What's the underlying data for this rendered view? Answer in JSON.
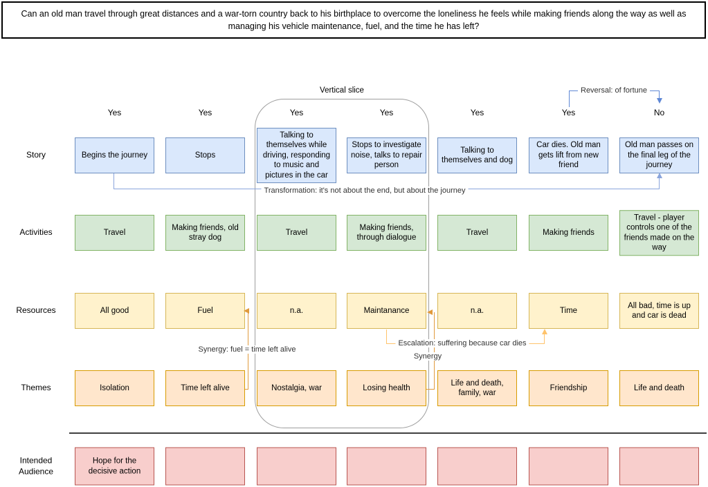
{
  "banner": {
    "text": "Can an old man travel through great distances and a war-torn country back to his birthplace to overcome the loneliness he feels while making friends along the way as well as managing his vehicle maintenance, fuel, and the time he has left?"
  },
  "col_headers": [
    "Yes",
    "Yes",
    "Yes",
    "Yes",
    "Yes",
    "Yes",
    "No"
  ],
  "annotations": {
    "vertical_slice": "Vertical slice",
    "reversal": "Reversal: of fortune",
    "transformation": "Transformation: it's not about the end, but about the journey",
    "synergy_fuel": "Synergy: fuel = time left alive",
    "escalation": "Escalation: suffering because car dies",
    "synergy": "Synergy"
  },
  "rows": {
    "story": {
      "label": "Story",
      "cells": [
        "Begins the journey",
        "Stops",
        "Talking to themselves while driving, responding to music and pictures in the car",
        "Stops to investigate noise, talks to repair person",
        "Talking to themselves and dog",
        "Car dies. Old man gets lift from new friend",
        "Old man passes on the final leg of the journey"
      ]
    },
    "activities": {
      "label": "Activities",
      "cells": [
        "Travel",
        "Making friends, old stray dog",
        "Travel",
        "Making friends, through dialogue",
        "Travel",
        "Making friends",
        "Travel - player controls one of the friends made on the way"
      ]
    },
    "resources": {
      "label": "Resources",
      "cells": [
        "All good",
        "Fuel",
        "n.a.",
        "Maintanance",
        "n.a.",
        "Time",
        "All bad, time is up and car is dead"
      ]
    },
    "themes": {
      "label": "Themes",
      "cells": [
        "Isolation",
        "Time left alive",
        "Nostalgia, war",
        "Losing health",
        "Life and death, family, war",
        "Friendship",
        "Life and death"
      ]
    },
    "audience": {
      "label": "Intended Audience",
      "cells": [
        "Hope for the decisive action",
        "",
        "",
        "",
        "",
        "",
        ""
      ]
    }
  },
  "palette": {
    "story_fill": "#dae8fc",
    "story_stroke": "#6c8ebf",
    "activities_fill": "#d5e8d4",
    "activities_stroke": "#82b366",
    "resources_fill": "#fff2cc",
    "resources_stroke": "#d6b656",
    "themes_fill": "#ffe6cc",
    "themes_stroke": "#d79b00",
    "audience_fill": "#f8cecc",
    "audience_stroke": "#b85450",
    "transformation_line": "#8aa5dc",
    "reversal_line": "#5e87d5",
    "synergy_line": "#e09a3c",
    "escalation_line": "#ffc36b"
  }
}
